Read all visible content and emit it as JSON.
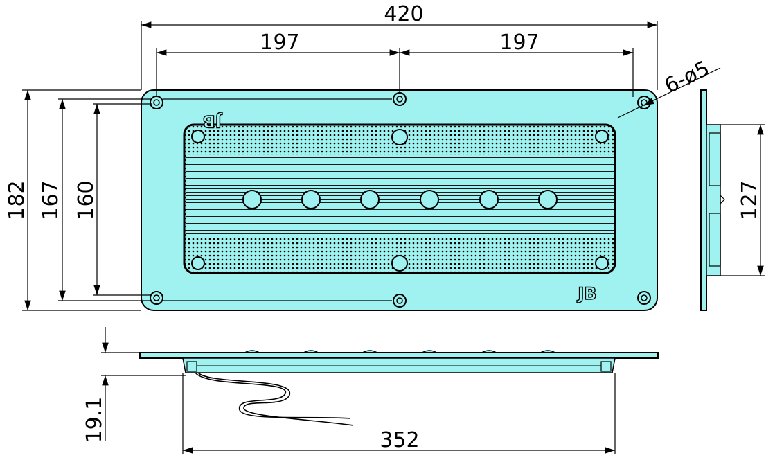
{
  "colors": {
    "part_fill": "#9ff2f0",
    "line": "#000000",
    "background": "#ffffff"
  },
  "dimensions": {
    "overall_width": "420",
    "hole_spacing_left": "197",
    "hole_spacing_right": "197",
    "hole_callout": "6-ø5",
    "overall_height": "182",
    "height_167": "167",
    "height_160": "160",
    "side_height": "127",
    "depth": "19.1",
    "bottom_width": "352"
  },
  "logo_marks": {
    "top_left": "JB",
    "bottom_right": "JB"
  }
}
